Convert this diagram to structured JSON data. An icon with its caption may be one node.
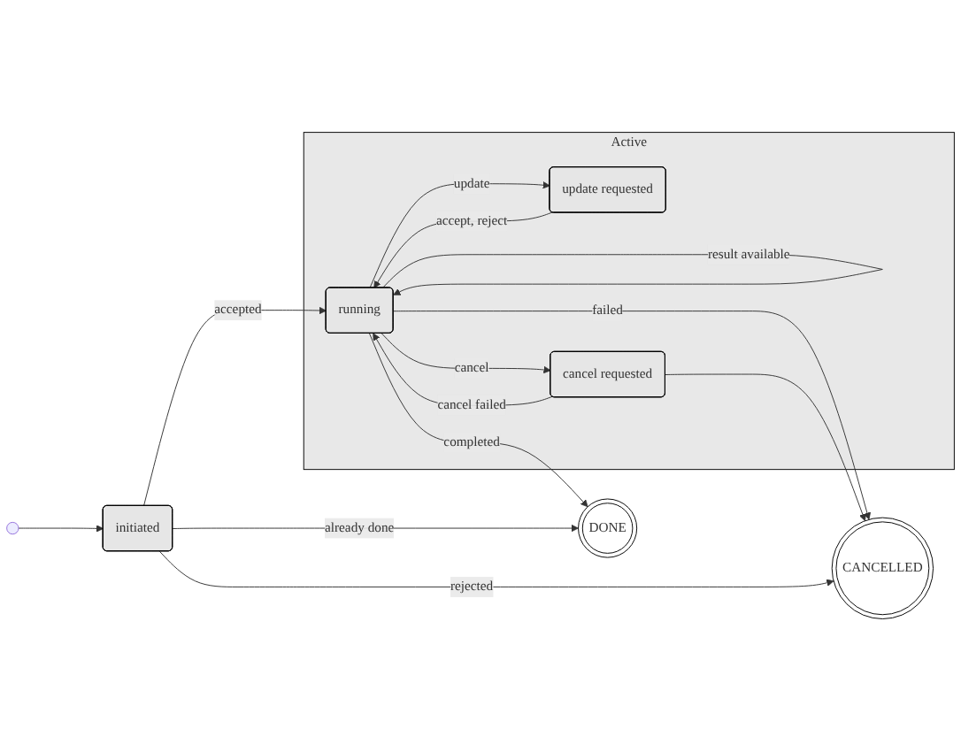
{
  "diagram": {
    "nodes": [
      {
        "text": [],
        "shape": "circle"
      },
      {
        "text": [
          "DONE"
        ]
      },
      {
        "text": [
          "initiated"
        ]
      },
      {
        "text": [
          "Active"
        ]
      },
      {
        "text": [
          "update requested"
        ],
        "in": 3
      },
      {
        "text": [
          "running"
        ],
        "in": 3
      },
      {
        "text": [
          "cancel requested"
        ],
        "in": 3
      },
      {
        "text": [
          "CANCELLED"
        ]
      }
    ],
    "edges": [
      {
        "from": 0,
        "to": 2,
        "arrow": "to"
      },
      {
        "from": 2,
        "to": 1,
        "label": "already done",
        "arrow": "to"
      },
      {
        "from": 5,
        "to": 1,
        "label": "completed",
        "arrow": "to"
      },
      {
        "from": 2,
        "to": 5,
        "label": "accepted",
        "arrow": "to"
      },
      {
        "from": 5,
        "to": 4,
        "label": "update",
        "arrow": "to"
      },
      {
        "from": 4,
        "to": 5,
        "label": "accept, reject",
        "arrow": "to"
      },
      {
        "from": 5,
        "to": 5,
        "label": "result available",
        "arrow": "to"
      },
      {
        "from": 2,
        "to": 7,
        "label": "rejected",
        "arrow": "to"
      },
      {
        "from": 5,
        "to": 7,
        "label": "failed",
        "arrow": "to"
      },
      {
        "from": 5,
        "to": 6,
        "label": "cancel",
        "arrow": "to"
      },
      {
        "from": 6,
        "to": 5,
        "label": "cancel failed",
        "arrow": "to"
      },
      {
        "from": 6,
        "to": 7,
        "arrow": "to"
      }
    ]
  }
}
